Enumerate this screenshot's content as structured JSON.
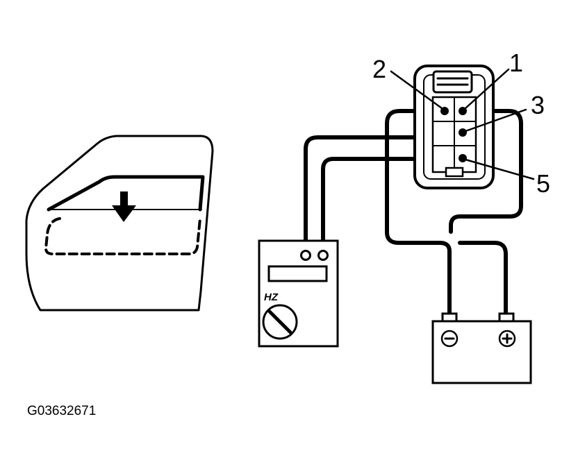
{
  "labels": {
    "pin_1": "1",
    "pin_2": "2",
    "pin_3": "3",
    "pin_5": "5",
    "meter_mode": "HZ",
    "figure_ref": "G03632671"
  },
  "battery": {
    "negative_symbol": "minus-icon",
    "positive_symbol": "plus-icon"
  },
  "colors": {
    "ink": "#000000",
    "background": "#ffffff"
  }
}
